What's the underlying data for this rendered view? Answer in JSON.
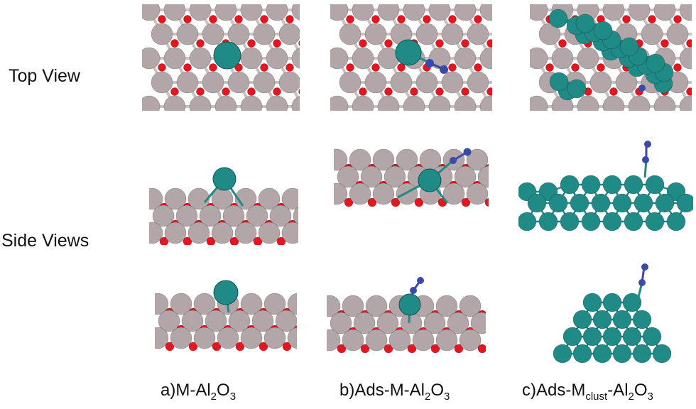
{
  "row_labels": {
    "top_view": "Top View",
    "side_views": "Side Views"
  },
  "captions": [
    {
      "prefix": "a)M-Al",
      "sub1": "2",
      "mid": "O",
      "sub2": "3",
      "suffix": ""
    },
    {
      "prefix": "b)Ads-M-Al",
      "sub1": "2",
      "mid": "O",
      "sub2": "3",
      "suffix": ""
    },
    {
      "prefix": "c)Ads-M",
      "sub1": "clust",
      "mid": "-Al",
      "sub2": "2",
      "suffix": "O",
      "sub3": "3"
    }
  ],
  "colors": {
    "aluminum": "#b3a6a8",
    "oxygen": "#e8141e",
    "metal": "#1f8a86",
    "adsorbate": "#3a4aa8",
    "bond_grey": "#c9c2c2"
  }
}
